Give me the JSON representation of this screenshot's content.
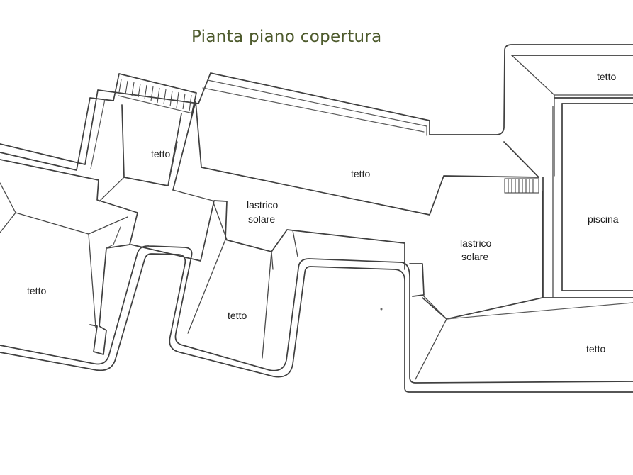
{
  "title": "Pianta piano copertura",
  "rooms": {
    "tetto_upper_left": "tetto",
    "tetto_left": "tetto",
    "tetto_center_top": "tetto",
    "lastrico_center": [
      "lastrico",
      "solare"
    ],
    "tetto_center_bottom": "tetto",
    "lastrico_right": [
      "lastrico",
      "solare"
    ],
    "tetto_top_right": "tetto",
    "piscina": "piscina",
    "tetto_bottom_right": "tetto"
  },
  "colors": {
    "title": "#4d5a2c",
    "lines": "#3f3f3f",
    "labels": "#1a1a1a",
    "background": "#ffffff"
  }
}
